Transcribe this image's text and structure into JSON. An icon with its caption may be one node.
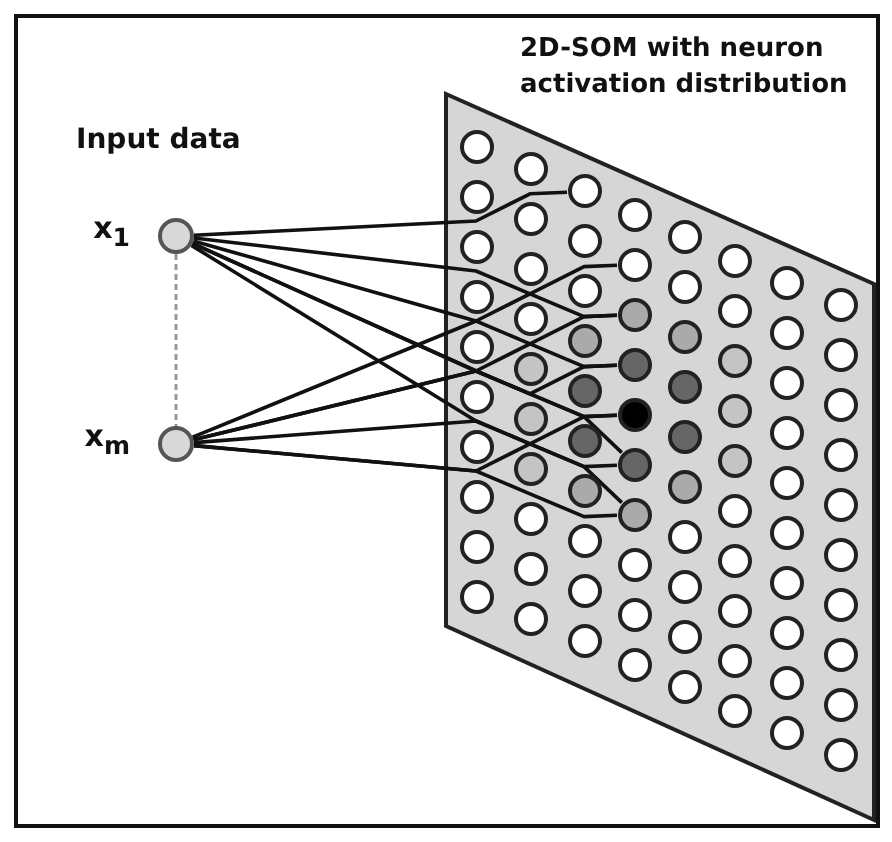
{
  "diagram": {
    "nodes": [
      {
        "text": [],
        "shape": "circle",
        "beside": [
          "x$_{1}$"
        ]
      },
      {
        "text": [],
        "shape": "circle",
        "beside": [
          "x$_{m}$"
        ]
      },
      {
        "text": [
          "2D-SOM with neuron activation distribution"
        ]
      },
      {
        "text": [],
        "shape": "circle",
        "in": 2
      },
      {
        "text": [],
        "shape": "circle",
        "in": 2
      },
      {
        "text": [],
        "shape": "circle",
        "in": 2
      },
      {
        "text": [],
        "shape": "circle",
        "in": 2
      },
      {
        "text": [],
        "shape": "circle",
        "in": 2
      },
      {
        "text": [],
        "shape": "circle",
        "in": 2
      },
      {
        "text": [],
        "shape": "circle",
        "in": 2
      },
      {
        "text": [],
        "shape": "circle",
        "in": 2
      },
      {
        "text": [],
        "shape": "circle",
        "in": 2
      },
      {
        "text": [],
        "shape": "circle",
        "in": 2
      },
      {
        "text": [],
        "shape": "circle",
        "in": 2
      },
      {
        "text": [],
        "shape": "circle",
        "in": 2
      },
      {
        "text": [],
        "shape": "circle",
        "in": 2
      },
      {
        "text": [],
        "shape": "circle",
        "in": 2
      },
      {
        "text": [],
        "shape": "circle",
        "in": 2
      },
      {
        "text": [],
        "shape": "circle",
        "in": 2
      },
      {
        "text": [],
        "shape": "circle",
        "in": 2
      },
      {
        "text": [],
        "shape": "circle",
        "in": 2
      },
      {
        "text": [],
        "shape": "circle",
        "in": 2
      },
      {
        "text": [],
        "shape": "circle",
        "in": 2
      },
      {
        "text": [],
        "shape": "circle",
        "in": 2
      },
      {
        "text": [],
        "shape": "circle",
        "in": 2
      },
      {
        "text": [],
        "shape": "circle",
        "in": 2
      },
      {
        "text": [],
        "shape": "circle",
        "in": 2
      },
      {
        "text": [],
        "shape": "circle",
        "in": 2
      },
      {
        "text": [],
        "shape": "circle",
        "in": 2
      },
      {
        "text": [],
        "shape": "circle",
        "in": 2
      },
      {
        "text": [],
        "shape": "circle",
        "in": 2
      },
      {
        "text": [],
        "shape": "circle",
        "in": 2
      },
      {
        "text": [],
        "shape": "circle",
        "in": 2
      },
      {
        "text": [],
        "shape": "circle",
        "in": 2
      },
      {
        "text": [],
        "shape": "circle",
        "in": 2
      },
      {
        "text": [],
        "shape": "circle",
        "in": 2
      },
      {
        "text": [],
        "shape": "circle",
        "in": 2
      },
      {
        "text": [],
        "shape": "circle",
        "in": 2
      },
      {
        "text": [],
        "shape": "circle",
        "in": 2
      },
      {
        "text": [],
        "shape": "circle",
        "in": 2
      },
      {
        "text": [],
        "shape": "circle",
        "in": 2
      },
      {
        "text": [],
        "shape": "circle",
        "in": 2
      },
      {
        "text": [],
        "shape": "circle",
        "in": 2
      },
      {
        "text": [],
        "shape": "circle",
        "in": 2
      },
      {
        "text": [],
        "shape": "circle",
        "in": 2
      },
      {
        "text": [],
        "shape": "circle",
        "in": 2
      },
      {
        "text": [],
        "shape": "circle",
        "in": 2
      },
      {
        "text": [],
        "shape": "circle",
        "in": 2
      },
      {
        "text": [],
        "shape": "circle",
        "in": 2
      },
      {
        "text": [],
        "shape": "circle",
        "in": 2
      },
      {
        "text": [],
        "shape": "circle",
        "in": 2
      },
      {
        "text": [],
        "shape": "circle",
        "in": 2
      },
      {
        "text": [],
        "shape": "circle",
        "in": 2
      },
      {
        "text": [],
        "shape": "circle",
        "in": 2
      },
      {
        "text": [],
        "shape": "circle",
        "in": 2
      },
      {
        "text": [],
        "shape": "circle",
        "in": 2
      },
      {
        "text": [],
        "shape": "circle",
        "in": 2
      },
      {
        "text": [],
        "shape": "circle",
        "in": 2
      },
      {
        "text": [],
        "shape": "circle",
        "in": 2
      },
      {
        "text": [],
        "shape": "circle",
        "in": 2
      },
      {
        "text": [],
        "shape": "circle",
        "in": 2
      },
      {
        "text": [],
        "shape": "circle",
        "in": 2
      },
      {
        "text": [],
        "shape": "circle",
        "in": 2
      },
      {
        "text": [],
        "shape": "circle",
        "in": 2
      },
      {
        "text": [],
        "shape": "circle",
        "in": 2
      },
      {
        "text": [],
        "shape": "circle",
        "in": 2
      },
      {
        "text": [],
        "shape": "circle",
        "in": 2
      },
      {
        "text": [],
        "shape": "circle",
        "in": 2
      },
      {
        "text": [],
        "shape": "circle",
        "in": 2
      },
      {
        "text": [],
        "shape": "circle",
        "in": 2
      },
      {
        "text": [],
        "shape": "circle",
        "in": 2
      },
      {
        "text": [],
        "shape": "circle",
        "in": 2
      },
      {
        "text": [],
        "shape": "circle",
        "in": 2
      },
      {
        "text": [],
        "shape": "circle",
        "in": 2
      },
      {
        "text": [],
        "shape": "circle",
        "in": 2
      },
      {
        "text": [],
        "shape": "circle",
        "in": 2
      },
      {
        "text": [],
        "shape": "circle",
        "in": 2
      },
      {
        "text": [],
        "shape": "circle",
        "in": 2
      },
      {
        "text": [],
        "shape": "circle",
        "in": 2
      },
      {
        "text": [],
        "shape": "circle",
        "in": 2
      },
      {
        "text": [],
        "shape": "circle",
        "in": 2
      },
      {
        "text": [],
        "shape": "circle",
        "in": 2
      },
      {
        "text": [],
        "shape": "circle",
        "in": 2
      }
    ],
    "edges": [
      {
        "from": 0,
        "to": 1,
        "arrow": "none",
        "style": "dashed",
        "color": "#999999"
      },
      {
        "from": 0,
        "to": 23,
        "arrow": "none"
      },
      {
        "from": 0,
        "to": 35,
        "arrow": "none"
      },
      {
        "from": 0,
        "to": 36,
        "arrow": "none"
      },
      {
        "from": 0,
        "to": 37,
        "arrow": "none"
      },
      {
        "from": 0,
        "to": 38,
        "arrow": "none"
      },
      {
        "from": 0,
        "to": 39,
        "arrow": "none"
      },
      {
        "from": 1,
        "to": 34,
        "arrow": "none"
      },
      {
        "from": 1,
        "to": 35,
        "arrow": "none"
      },
      {
        "from": 1,
        "to": 36,
        "arrow": "none"
      },
      {
        "from": 1,
        "to": 37,
        "arrow": "none"
      },
      {
        "from": 1,
        "to": 38,
        "arrow": "none"
      },
      {
        "from": 1,
        "to": 39,
        "arrow": "none"
      }
    ],
    "labels": [
      "Input data"
    ]
  }
}
